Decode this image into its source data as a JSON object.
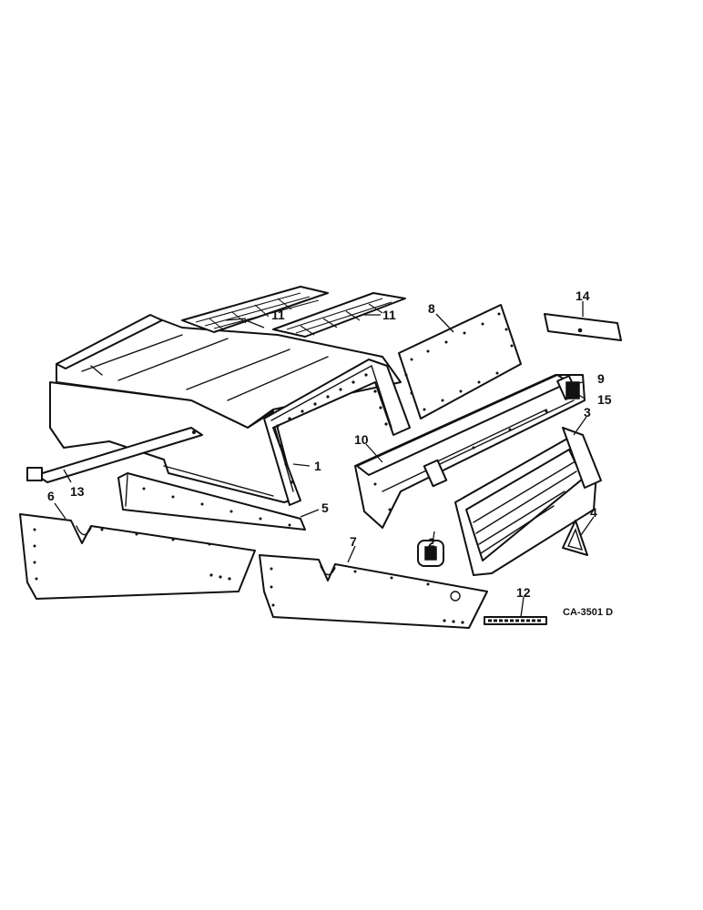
{
  "diagram": {
    "drawing_code": "CA-3501 D",
    "callouts": {
      "c1": "1",
      "c2": "2",
      "c3": "3",
      "c4": "4",
      "c5": "5",
      "c6": "6",
      "c7": "7",
      "c8": "8",
      "c9": "9",
      "c10": "10",
      "c11a": "11",
      "c11b": "11",
      "c12": "12",
      "c13": "13",
      "c14": "14",
      "c15": "15"
    }
  }
}
